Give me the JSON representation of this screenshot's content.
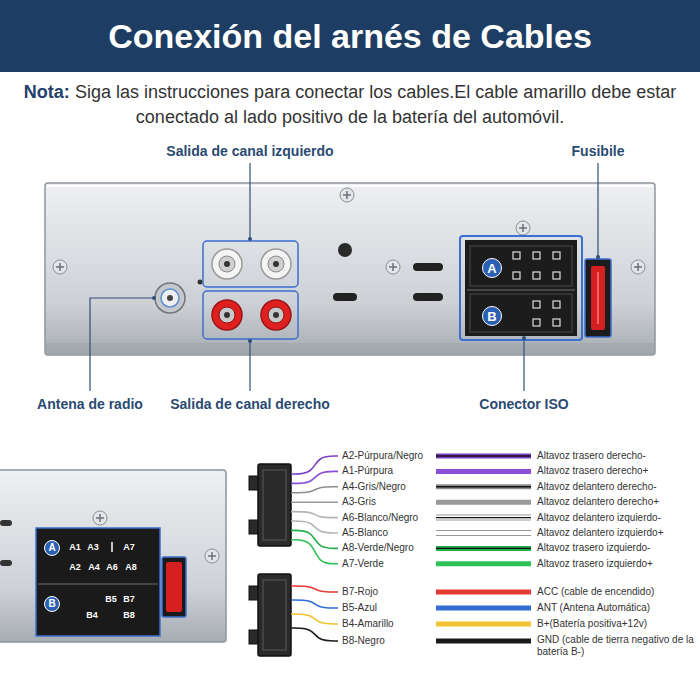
{
  "diagram": {
    "title": "Conexión del arnés de Cables",
    "nodes": [
      {
        "text": [
          "A"
        ]
      },
      {
        "text": [
          "B"
        ]
      },
      {
        "text": [
          "A"
        ]
      },
      {
        "text": [
          "B"
        ]
      }
    ],
    "labels": [
      "Nota:",
      "Siga las instrucciones para conectar los cables.El cable amarillo debe estar conectado al lado positivo de la batería del automóvil.",
      "Salida de canal izquierdo",
      "Fusibile",
      "Antena de radio",
      "Salida de canal derecho",
      "Conector ISO",
      "A1",
      "A3",
      "A7",
      "A2",
      "A4",
      "A6",
      "A8",
      "B5",
      "B7",
      "B4",
      "B8",
      "A2-Púrpura/Negro",
      "Altavoz trasero derecho-",
      "A1-Púrpura",
      "Altavoz trasero derecho+",
      "A4-Gris/Negro",
      "Altavoz delantero derecho-",
      "A3-Gris",
      "Altavoz delantero derecho+",
      "A6-Blanco/Negro",
      "Altavoz delantero izquierdo-",
      "A5-Blanco",
      "Altavoz delantero izquierdo+",
      "A8-Verde/Negro",
      "Altavoz trasero izquierdo-",
      "A7-Verde",
      "Altavoz trasero izquierdo+",
      "B7-Rojo",
      "ACC (cable de encendido)",
      "B5-Azul",
      "ANT (Antena Automática)",
      "B4-Amarillo",
      "B+(Batería positiva+12v)",
      "B8-Negro",
      "GND (cable de tierra negativo de la batería B-)"
    ]
  }
}
